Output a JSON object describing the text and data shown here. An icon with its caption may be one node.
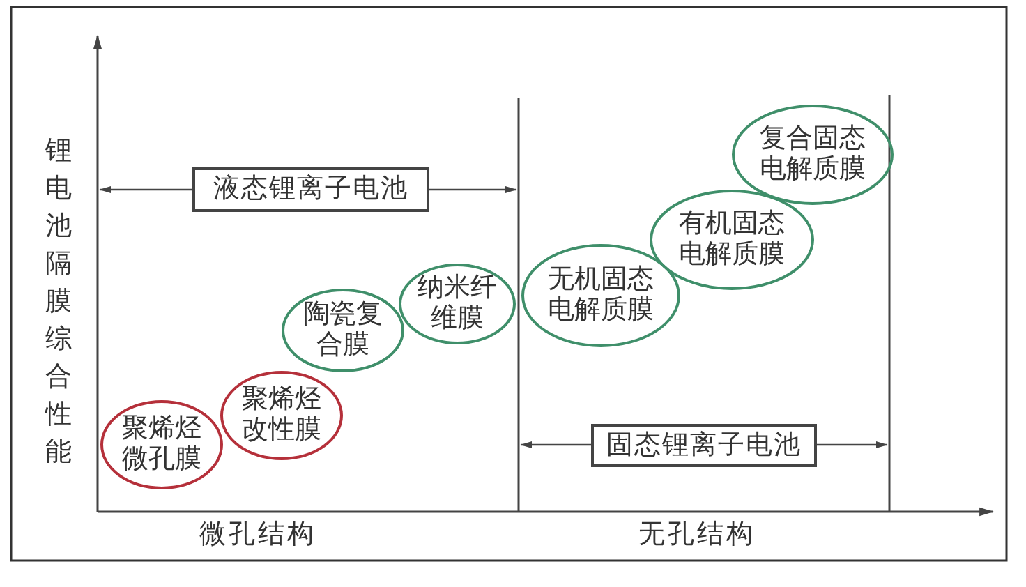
{
  "diagram": {
    "nodes": [
      {
        "text": [
          "液态锂离子电池"
        ]
      },
      {
        "text": [
          "聚烯烃微孔膜"
        ]
      },
      {
        "text": [
          "聚烯烃改性膜"
        ]
      },
      {
        "text": [
          "陶瓷复合膜"
        ]
      },
      {
        "text": [
          "纳米纤维膜"
        ]
      },
      {
        "text": [
          "无机固态电解质膜"
        ]
      },
      {
        "text": [
          "有机固态电解质膜"
        ]
      },
      {
        "text": [
          "复合固态电解质膜"
        ]
      },
      {
        "text": [
          "固态锂离子电池"
        ]
      }
    ],
    "edges": [],
    "labels": [
      "锂电池隔膜综合性能",
      "微孔结构",
      "无孔结构"
    ]
  }
}
